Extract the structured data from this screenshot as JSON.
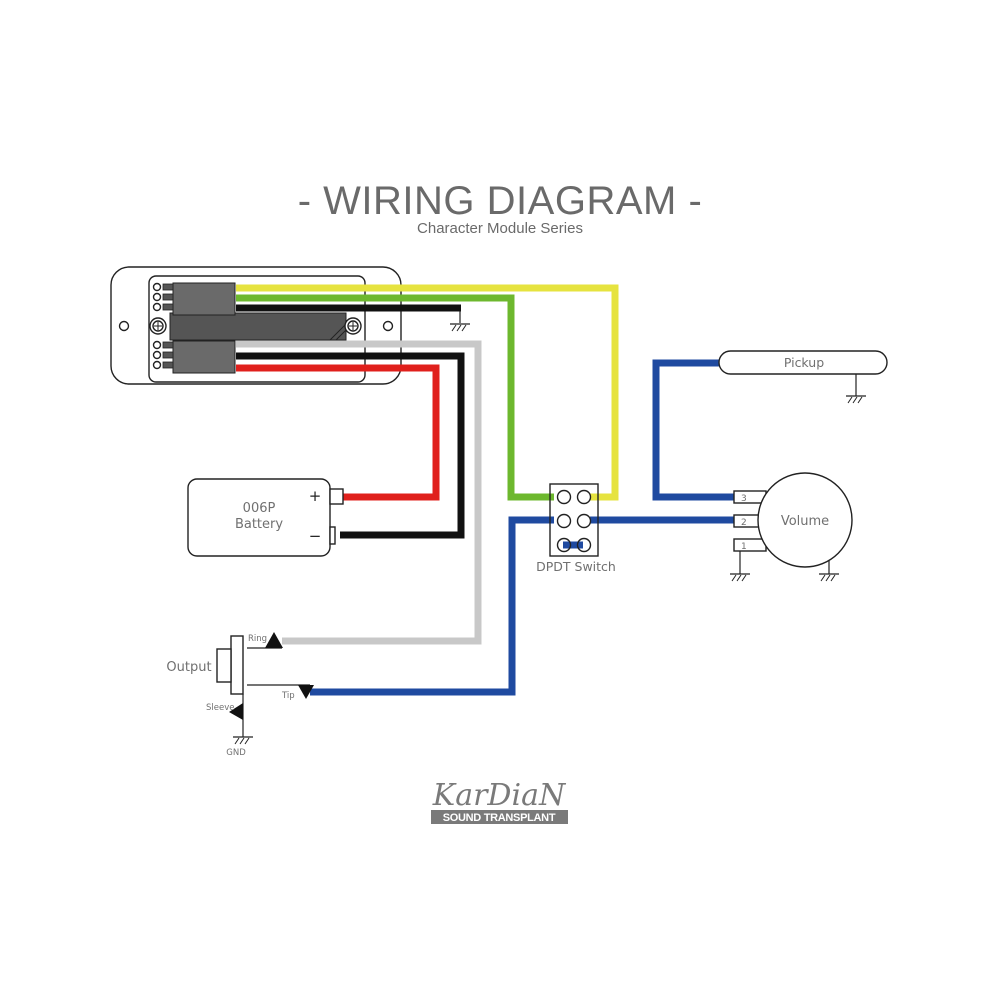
{
  "header": {
    "title": "- WIRING DIAGRAM -",
    "subtitle": "Character Module Series"
  },
  "components": {
    "battery": {
      "line1": "006P",
      "line2": "Battery",
      "plus": "+",
      "minus": "−"
    },
    "switch": {
      "label": "DPDT Switch"
    },
    "pickup": {
      "label": "Pickup"
    },
    "volume": {
      "label": "Volume",
      "lugs": [
        "3",
        "2",
        "1"
      ]
    },
    "output": {
      "label": "Output",
      "ring": "Ring",
      "tip": "Tip",
      "sleeve": "Sleeve",
      "gnd": "GND"
    }
  },
  "wire_colors": {
    "yellow": "#e6e33f",
    "green": "#6db82e",
    "black": "#111111",
    "gray": "#c8c8c8",
    "red": "#e0201c",
    "blue": "#1f4aa0"
  },
  "logo": {
    "brand": "KarDiaN",
    "tagline": "SOUND TRANSPLANT"
  }
}
